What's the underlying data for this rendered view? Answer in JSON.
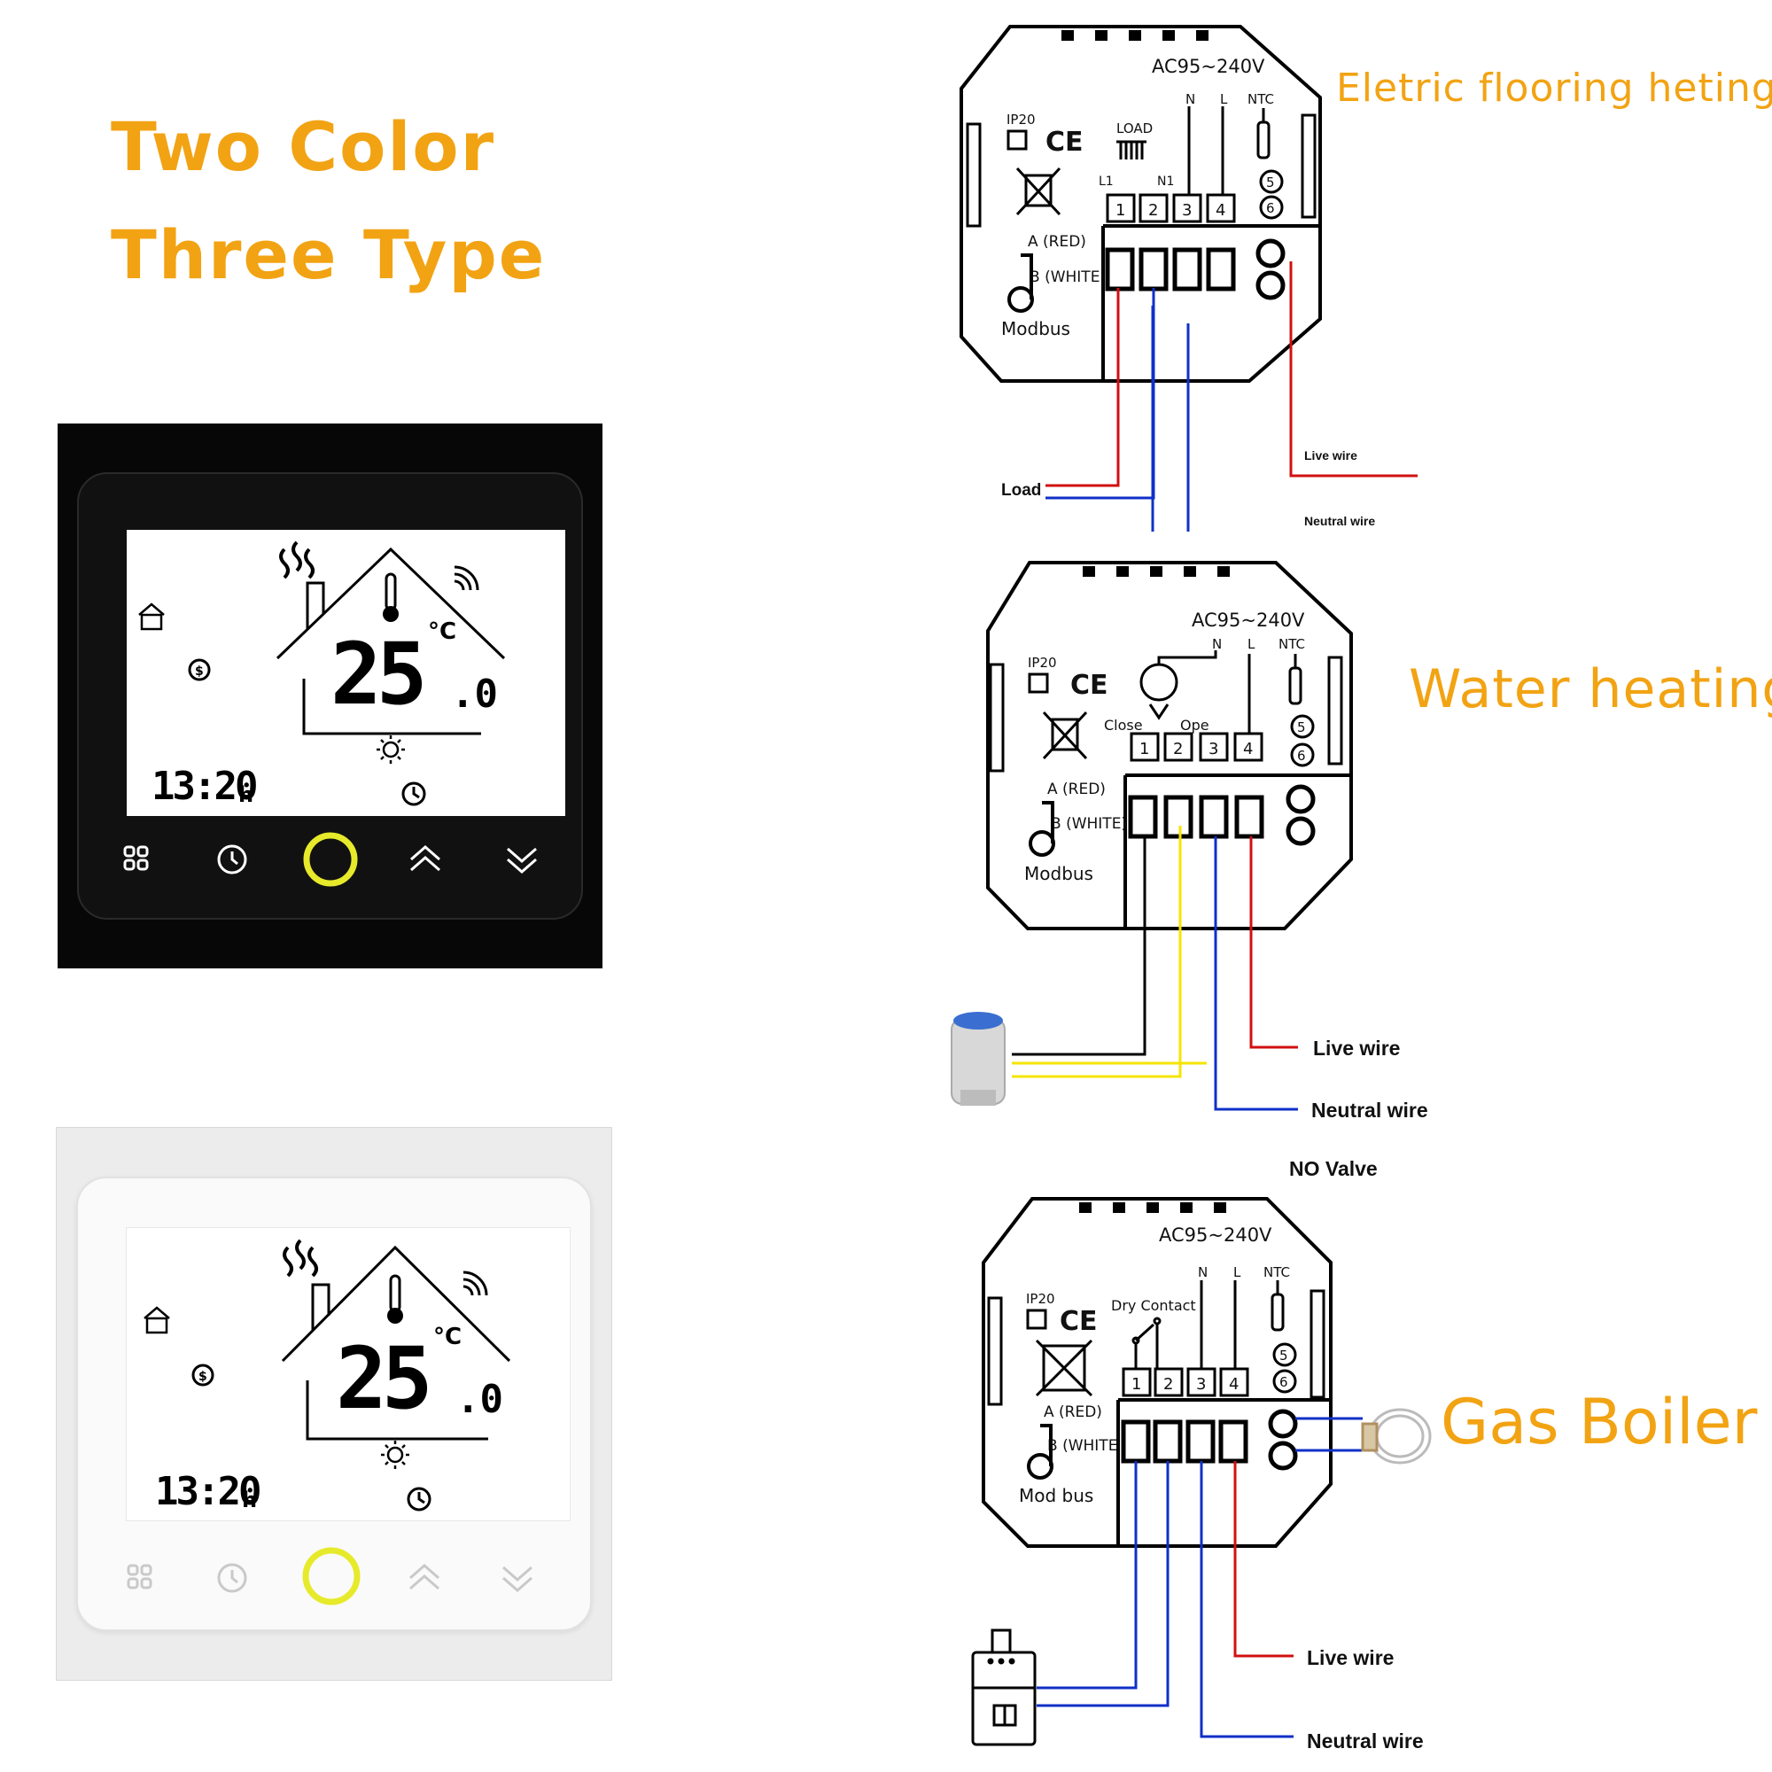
{
  "headings": {
    "line1": "Two Color",
    "line2": "Three Type",
    "type1": "Eletric flooring heting",
    "type2": "Water heating",
    "type3": "Gas Boiler"
  },
  "colors": {
    "heading": "#f2a313",
    "live_wire": "#d11010",
    "neutral_wire": "#1030c8",
    "signal_wire": "#f5e400",
    "ring_accent": "#e6ea2a"
  },
  "thermostat": {
    "temperature": "25",
    "temperature_decimal": ".0",
    "unit": "°C",
    "time": "13:20",
    "time_suffix": "h",
    "variants": [
      "black",
      "white"
    ],
    "icons": [
      "heating-waves-icon",
      "house-outline-icon",
      "thermometer-icon",
      "wifi-icon",
      "home-away-icon",
      "dollar-coin-icon",
      "sun-icon",
      "clock-icon"
    ],
    "buttons": [
      "menu-grid-icon",
      "schedule-clock-icon",
      "power-ring-icon",
      "chevron-up-icon",
      "chevron-down-icon"
    ]
  },
  "diagram_common": {
    "voltage": "AC95~240V",
    "ip_rating": "IP20",
    "ce_mark": "CE",
    "label_n": "N",
    "label_l": "L",
    "label_ntc": "NTC",
    "terminal_1": "1",
    "terminal_2": "2",
    "terminal_3": "3",
    "terminal_4": "4",
    "terminal_5": "5",
    "terminal_6": "6",
    "a_red": "A (RED)",
    "b_white": "B (WHITE",
    "b_white_2": "B (WHITE)",
    "modbus": "Modbus",
    "modbus_3": "Mod bus"
  },
  "diagram_electric": {
    "load_label": "LOAD",
    "l1": "L1",
    "n1": "N1",
    "load_wire": "Load",
    "live_wire": "Live wire",
    "neutral_wire": "Neutral wire"
  },
  "diagram_water": {
    "close": "Close",
    "open": "Ope",
    "live_wire": "Live wire",
    "neutral_wire": "Neutral wire",
    "no_valve": "NO Valve"
  },
  "diagram_gas": {
    "dry_contact": "Dry Contact",
    "live_wire": "Live wire",
    "neutral_wire": "Neutral wire"
  }
}
